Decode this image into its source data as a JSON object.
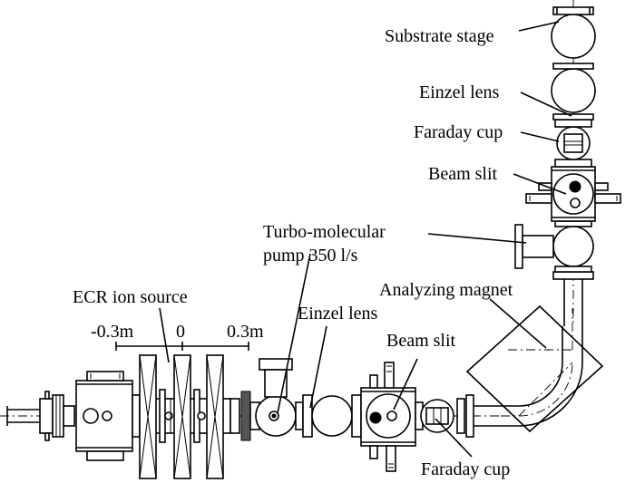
{
  "labels": {
    "substrate_stage": "Substrate stage",
    "einzel_lens_top": "Einzel lens",
    "faraday_cup_top": "Faraday cup",
    "beam_slit_top": "Beam slit",
    "turbo_pump_line1": "Turbo-molecular",
    "turbo_pump_line2": "pump 350 l/s",
    "analyzing_magnet": "Analyzing magnet",
    "ecr_ion_source": "ECR ion source",
    "einzel_lens_bottom": "Einzel lens",
    "beam_slit_bottom": "Beam slit",
    "faraday_cup_bottom": "Faraday cup"
  },
  "scale": {
    "left": "-0.3m",
    "center": "0",
    "right": "0.3m"
  }
}
